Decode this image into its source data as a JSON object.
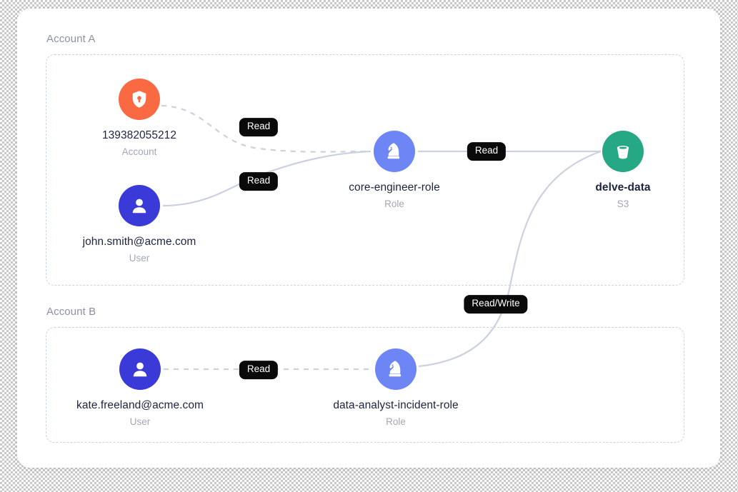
{
  "canvas": {
    "background": "transparent-checkerboard",
    "card_background": "#ffffff"
  },
  "colors": {
    "account_icon": "#f96a43",
    "user_icon": "#3a3ad8",
    "role_icon": "#6e85f5",
    "bucket_icon": "#25a883",
    "badge_background": "#0a0a0a",
    "badge_text": "#ffffff",
    "node_title": "#1d2342",
    "node_subtitle": "#a2a7b8",
    "group_label": "#8b90a3",
    "group_border": "#ccd2e2",
    "edge_stroke": "#ccd1e0"
  },
  "groups": [
    {
      "id": "account-a",
      "label": "Account A"
    },
    {
      "id": "account-b",
      "label": "Account B"
    }
  ],
  "nodes": [
    {
      "id": "account-139382055212",
      "title": "139382055212",
      "subtitle": "Account",
      "icon": "shield-lock-icon",
      "group": "account-a",
      "bold": false
    },
    {
      "id": "user-john-smith",
      "title": "john.smith@acme.com",
      "subtitle": "User",
      "icon": "user-icon",
      "group": "account-a",
      "bold": false
    },
    {
      "id": "role-core-engineer",
      "title": "core-engineer-role",
      "subtitle": "Role",
      "icon": "chess-knight-icon",
      "group": "account-a",
      "bold": false
    },
    {
      "id": "s3-delve-data",
      "title": "delve-data",
      "subtitle": "S3",
      "icon": "bucket-icon",
      "group": "account-a",
      "bold": true
    },
    {
      "id": "user-kate-freeland",
      "title": "kate.freeland@acme.com",
      "subtitle": "User",
      "icon": "user-icon",
      "group": "account-b",
      "bold": false
    },
    {
      "id": "role-data-analyst-incident",
      "title": "data-analyst-incident-role",
      "subtitle": "Role",
      "icon": "chess-knight-icon",
      "group": "account-b",
      "bold": false
    }
  ],
  "edges": [
    {
      "id": "edge-account-to-core-role",
      "from": "account-139382055212",
      "to": "role-core-engineer",
      "style": "dashed",
      "label": "Read"
    },
    {
      "id": "edge-john-to-core-role",
      "from": "user-john-smith",
      "to": "role-core-engineer",
      "style": "solid",
      "label": "Read"
    },
    {
      "id": "edge-core-role-to-s3",
      "from": "role-core-engineer",
      "to": "s3-delve-data",
      "style": "solid",
      "label": "Read"
    },
    {
      "id": "edge-kate-to-analyst-role",
      "from": "user-kate-freeland",
      "to": "role-data-analyst-incident",
      "style": "dashed",
      "label": "Read"
    },
    {
      "id": "edge-analyst-role-to-s3",
      "from": "role-data-analyst-incident",
      "to": "s3-delve-data",
      "style": "solid",
      "label": "Read/Write"
    }
  ]
}
